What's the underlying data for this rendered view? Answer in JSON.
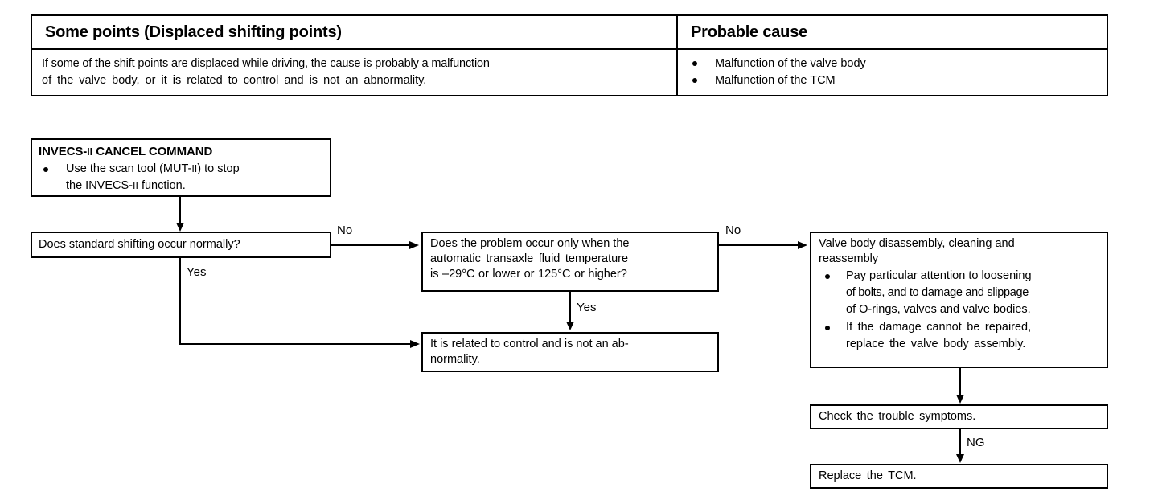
{
  "table": {
    "headers": [
      "Some points (Displaced shifting points)",
      "Probable cause"
    ],
    "symptom_line1": "If some of the shift points are displaced while driving, the cause is probably a malfunction",
    "symptom_line2": "of the valve body, or it is related to control and is not an abnormality.",
    "causes": [
      "Malfunction of the valve body",
      "Malfunction of the TCM"
    ]
  },
  "flow": {
    "invecs": {
      "title_a": "INVECS-",
      "title_rn": "II",
      "title_b": " CANCEL COMMAND",
      "bullet_l1_a": "Use the scan tool (MUT-",
      "bullet_l1_rn": "II",
      "bullet_l1_b": ") to stop",
      "bullet_l2_a": "the INVECS-",
      "bullet_l2_rn": "II",
      "bullet_l2_b": " function."
    },
    "q1": "Does standard shifting occur normally?",
    "q2_line1": "Does the problem occur only when the",
    "q2_line2": "automatic transaxle fluid temperature",
    "q2_line3": "is –29°C or lower or 125°C or higher?",
    "abnormal_line1": "It is related to control and is not an ab-",
    "abnormal_line2": "normality.",
    "valve": {
      "header_line1": "Valve body disassembly, cleaning and",
      "header_line2": "reassembly",
      "bullet1_line1": "Pay particular attention to loosening",
      "bullet1_line2": "of bolts, and to damage and slippage",
      "bullet1_line3": "of O-rings, valves and valve bodies.",
      "bullet2_line1": "If the damage cannot be repaired,",
      "bullet2_line2": "replace the valve body assembly."
    },
    "check": "Check the trouble symptoms.",
    "replace": "Replace the TCM.",
    "labels": {
      "no_1": "No",
      "no_2": "No",
      "yes_1": "Yes",
      "yes_2": "Yes",
      "ng": "NG"
    }
  },
  "colors": {
    "ink": "#000000",
    "paper": "#ffffff"
  }
}
